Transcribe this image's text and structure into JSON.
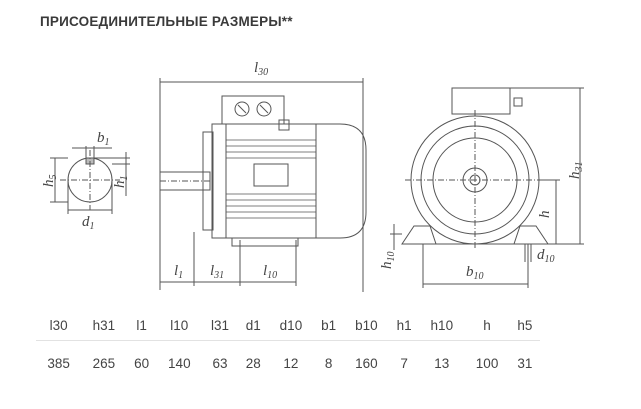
{
  "page": {
    "title": "ПРИСОЕДИНИТЕЛЬНЫЕ РАЗМЕРЫ**"
  },
  "drawing": {
    "labels": {
      "b1": "b",
      "b1_sub": "1",
      "h5": "h",
      "h5_sub": "5",
      "h1": "h",
      "h1_sub": "1",
      "d1": "d",
      "d1_sub": "1",
      "l30": "l",
      "l30_sub": "30",
      "l1": "l",
      "l1_sub": "1",
      "l31": "l",
      "l31_sub": "31",
      "l10": "l",
      "l10_sub": "10",
      "h31": "h",
      "h31_sub": "31",
      "h": "h",
      "h10": "h",
      "h10_sub": "10",
      "d10": "d",
      "d10_sub": "10",
      "b10": "b",
      "b10_sub": "10"
    }
  },
  "spec_table": {
    "headers": [
      "l30",
      "h31",
      "l1",
      "l10",
      "l31",
      "d1",
      "d10",
      "b1",
      "b10",
      "h1",
      "h10",
      "h",
      "h5"
    ],
    "values": [
      "385",
      "265",
      "60",
      "140",
      "63",
      "28",
      "12",
      "8",
      "160",
      "7",
      "13",
      "100",
      "31"
    ]
  },
  "colors": {
    "line": "#555555",
    "fill": "#ffffff",
    "text": "#444444"
  }
}
